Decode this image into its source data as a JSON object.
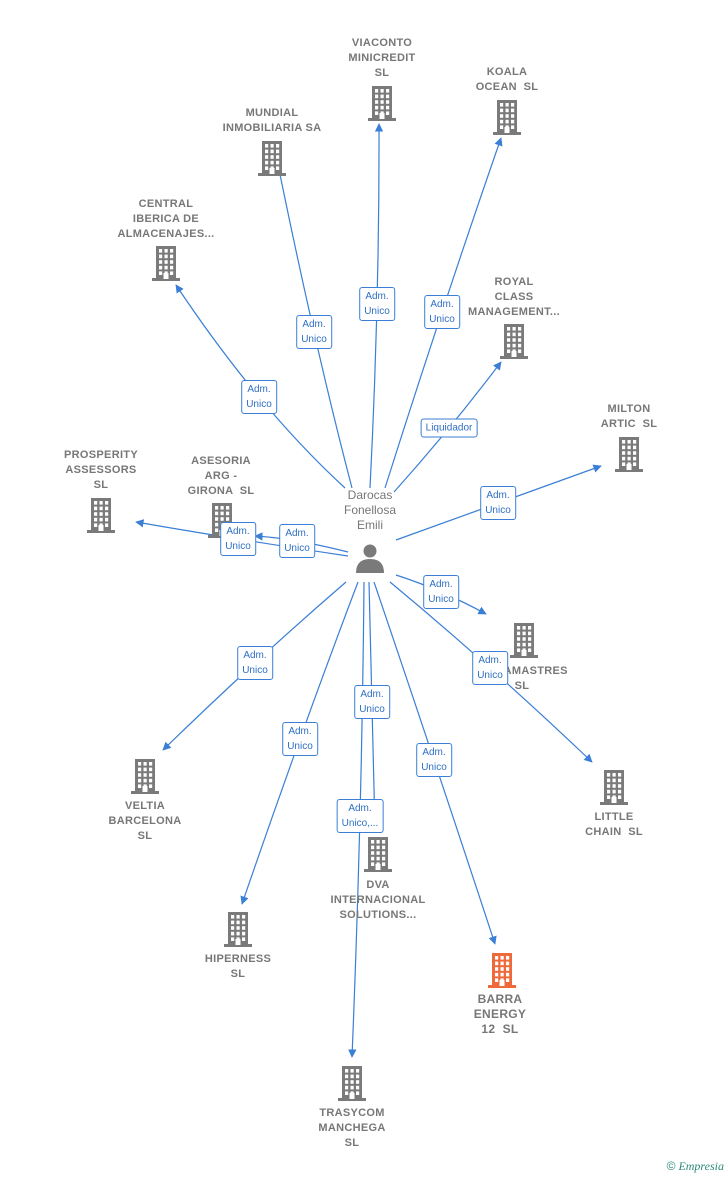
{
  "center": {
    "name": "Darocas\nFonellosa\nEmili"
  },
  "companies": [
    {
      "id": "viaconto",
      "name": "VIACONTO\nMINICREDIT\nSL",
      "relation": "Adm.\nUnico"
    },
    {
      "id": "koala",
      "name": "KOALA\nOCEAN  SL",
      "relation": "Adm.\nUnico"
    },
    {
      "id": "mundial",
      "name": "MUNDIAL\nINMOBILIARIA SA",
      "relation": "Adm.\nUnico"
    },
    {
      "id": "central",
      "name": "CENTRAL\nIBERICA DE\nALMACENAJES...",
      "relation": "Adm.\nUnico"
    },
    {
      "id": "royal",
      "name": "ROYAL\nCLASS\nMANAGEMENT...",
      "relation": "Liquidador"
    },
    {
      "id": "milton",
      "name": "MILTON\nARTIC  SL",
      "relation": "Adm.\nUnico"
    },
    {
      "id": "prosperity",
      "name": "PROSPERITY\nASSESSORS\nSL",
      "relation": "Adm.\nUnico"
    },
    {
      "id": "asesoria",
      "name": "ASESORIA\nARG -\nGIRONA  SL",
      "relation": "Adm.\nUnico"
    },
    {
      "id": "amastres",
      "name": "S      AMASTRES\nSL",
      "relation": "Adm.\nUnico"
    },
    {
      "id": "little",
      "name": "LITTLE\nCHAIN  SL",
      "relation": "Adm.\nUnico"
    },
    {
      "id": "veltia",
      "name": "VELTIA\nBARCELONA\nSL",
      "relation": "Adm.\nUnico"
    },
    {
      "id": "hiperness",
      "name": "HIPERNESS\nSL",
      "relation": "Adm.\nUnico"
    },
    {
      "id": "dva",
      "name": "DVA\nINTERNACIONAL\nSOLUTIONS...",
      "relation": "Adm.\nUnico"
    },
    {
      "id": "trasycom",
      "name": "TRASYCOM\nMANCHEGA\nSL",
      "relation": "Adm.\nUnico,..."
    },
    {
      "id": "barra",
      "name": "BARRA\nENERGY\n12  SL",
      "relation": "Adm.\nUnico",
      "highlight": true
    }
  ],
  "colors": {
    "edge": "#3a7fd5",
    "building": "#7a7a7a",
    "highlight": "#ee6a3a",
    "person": "#7a7a7a"
  },
  "footer": {
    "copyright": "©",
    "brand": "Empresia"
  }
}
